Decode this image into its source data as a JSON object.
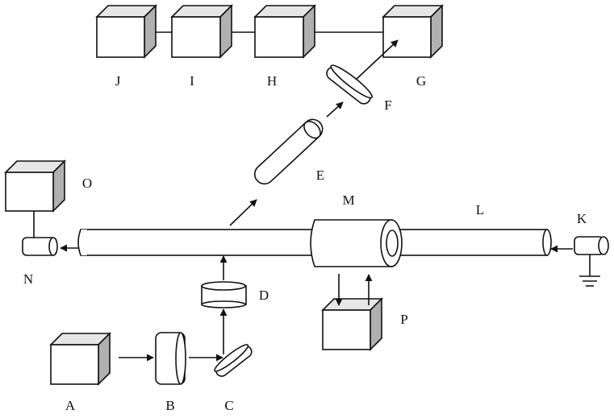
{
  "labels": {
    "A": "A",
    "B": "B",
    "C": "C",
    "D": "D",
    "E": "E",
    "F": "F",
    "G": "G",
    "H": "H",
    "I": "I",
    "J": "J",
    "K": "K",
    "L": "L",
    "M": "M",
    "N": "N",
    "O": "O",
    "P": "P"
  },
  "colors": {
    "line": "#111111",
    "box_side": "#b0b0b0",
    "box_top": "#e6e6e6"
  }
}
